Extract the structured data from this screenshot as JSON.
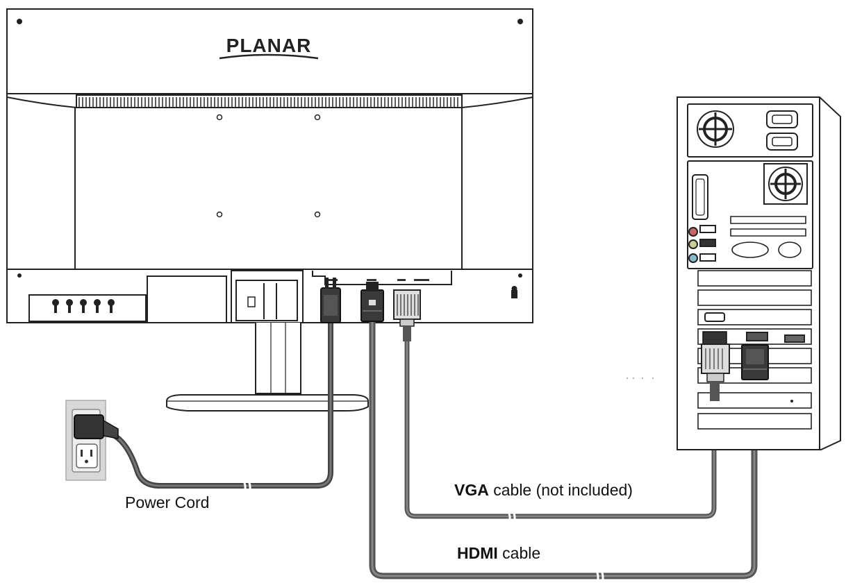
{
  "brand": "PLANAR",
  "labels": {
    "power_cord": "Power Cord",
    "vga_bold": "VGA",
    "vga_rest": " cable (not included)",
    "hdmi_bold": "HDMI",
    "hdmi_rest": " cable"
  },
  "colors": {
    "outline": "#222222",
    "cable": "#444444",
    "cable_light": "#777777",
    "background": "#ffffff"
  }
}
